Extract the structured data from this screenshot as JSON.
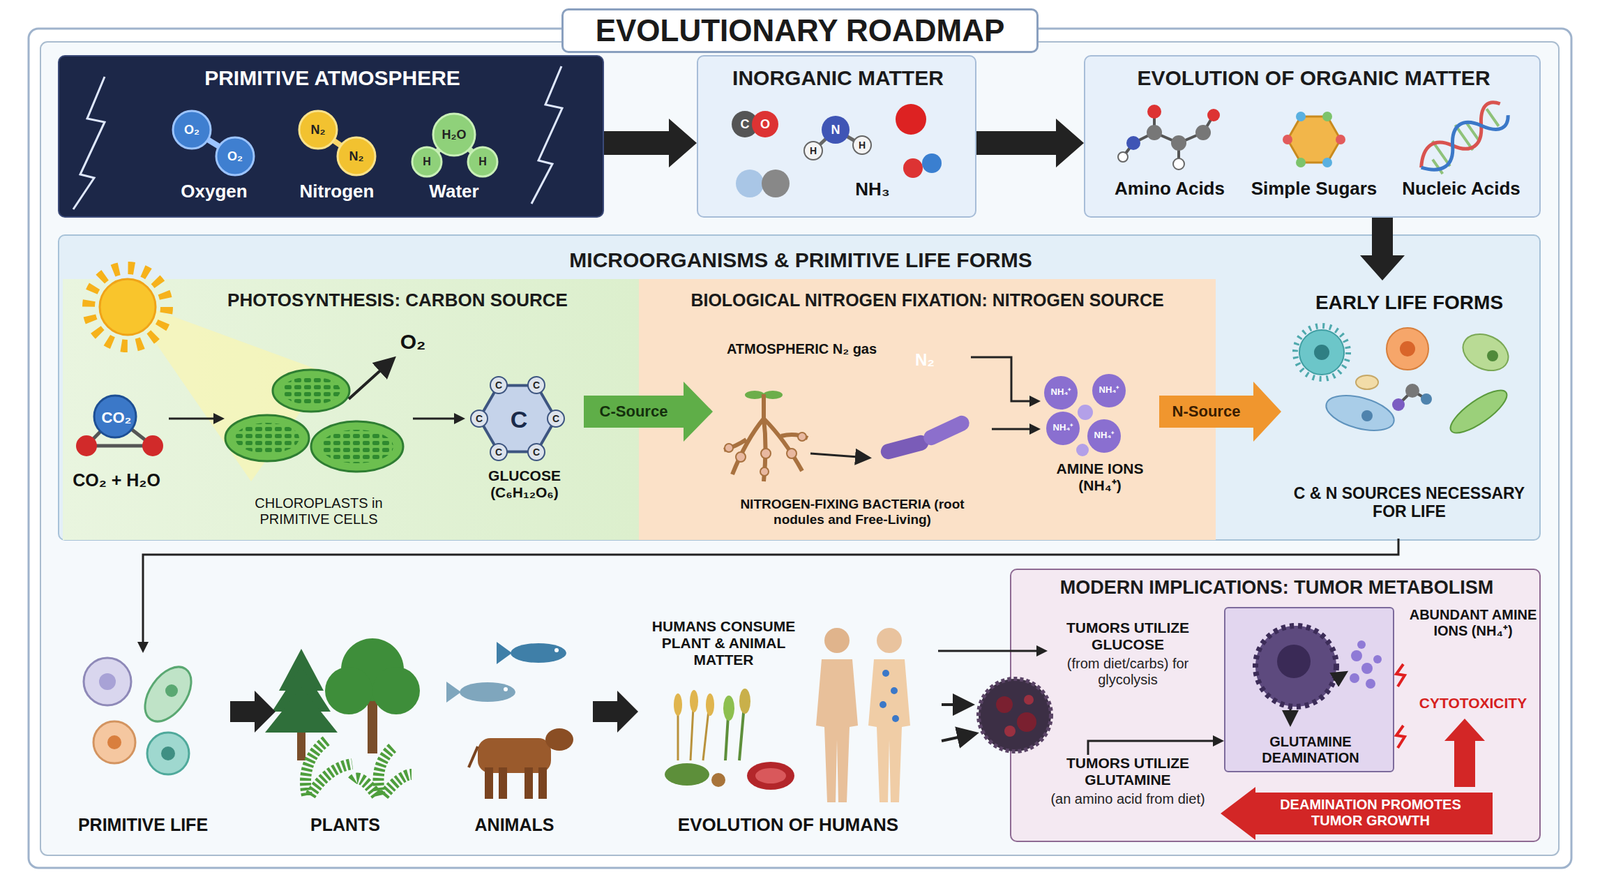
{
  "diagram": {
    "title": "EVOLUTIONARY ROADMAP",
    "nodes": [
      {
        "text": [
          "PRIMITIVE ATMOSPHERE"
        ]
      },
      {
        "text": [
          "INORGANIC MATTER"
        ]
      },
      {
        "text": [
          "EVOLUTION OF ORGANIC MATTER"
        ]
      },
      {
        "text": [
          "MICROORGANISMS & PRIMITIVE LIFE FORMS"
        ]
      },
      {
        "text": [
          "PHOTOSYNTHESIS: CARBON SOURCE"
        ],
        "in": 3
      },
      {
        "text": [
          "CO₂",
          "CO₂ + H₂O"
        ],
        "in": 4
      },
      {
        "text": [
          "CHLOROPLASTS in PRIMITIVE CELLS"
        ],
        "in": 4
      },
      {
        "text": [
          "C",
          "GLUCOSE (C₆H₁₂O₆)"
        ],
        "in": 4
      },
      {
        "text": [
          "BIOLOGICAL NITROGEN FIXATION: NITROGEN SOURCE"
        ],
        "in": 3
      },
      {
        "text": [
          "ATMOSPHERIC N₂ gas",
          "N₂"
        ],
        "in": 8
      },
      {
        "text": [
          "NITROGEN-FIXING BACTERIA (root nodules and Free-Living)"
        ],
        "in": 8
      },
      {
        "text": [
          "AMINE IONS (NH₄⁺)"
        ],
        "in": 8
      },
      {
        "text": [
          "EARLY LIFE FORMS",
          "C & N SOURCES NECESSARY FOR LIFE"
        ],
        "in": 3
      },
      {
        "text": [
          "PRIMITIVE LIFE"
        ]
      },
      {
        "text": [
          "PLANTS"
        ]
      },
      {
        "text": [
          "ANIMALS"
        ]
      },
      {
        "text": [
          "HUMANS CONSUME PLANT & ANIMAL MATTER",
          "EVOLUTION OF HUMANS"
        ]
      },
      {
        "text": [
          "MODERN IMPLICATIONS: TUMOR METABOLISM"
        ]
      },
      {
        "text": [
          "TUMORS UTILIZE GLUCOSE",
          "(from diet/carbs) for glycolysis"
        ],
        "in": 17
      },
      {
        "text": [
          "TUMORS UTILIZE GLUTAMINE",
          "(an amino acid from diet)"
        ],
        "in": 17
      },
      {
        "text": [
          "GLUTAMINE DEAMINATION"
        ],
        "in": 17
      },
      {
        "text": [
          "ABUNDANT AMINE IONS (NH₄⁺)"
        ],
        "in": 17
      },
      {
        "text": [
          "CYTOTOXICITY"
        ],
        "in": 17
      },
      {
        "text": [
          "DEAMINATION PROMOTES TUMOR GROWTH"
        ],
        "in": 17
      }
    ],
    "edges": [
      {
        "from": 0,
        "to": 1,
        "arrow": "to"
      },
      {
        "from": 1,
        "to": 2,
        "arrow": "to"
      },
      {
        "from": 2,
        "to": 12,
        "arrow": "to"
      },
      {
        "from": 5,
        "to": 6,
        "arrow": "to"
      },
      {
        "from": 6,
        "to": 7,
        "arrow": "to"
      },
      {
        "from": 7,
        "to": 10,
        "label": "C-Source",
        "arrow": "to"
      },
      {
        "from": 9,
        "to": 11,
        "arrow": "to"
      },
      {
        "from": 10,
        "to": 11,
        "arrow": "to"
      },
      {
        "from": 11,
        "to": 12,
        "label": "N-Source",
        "arrow": "to"
      },
      {
        "from": 12,
        "to": 13,
        "arrow": "to"
      },
      {
        "from": 13,
        "to": 14,
        "arrow": "to"
      },
      {
        "from": 15,
        "to": 16,
        "arrow": "to"
      },
      {
        "from": 16,
        "to": 18,
        "arrow": "to"
      },
      {
        "from": 19,
        "to": 20,
        "arrow": "to"
      },
      {
        "from": 23,
        "to": 22,
        "arrow": "to"
      }
    ],
    "labels": [
      "O₂",
      "O₂",
      "Oxygen",
      "N₂",
      "N₂",
      "Nitrogen",
      "H₂O",
      "H",
      "H",
      "Water",
      "C",
      "O",
      "N",
      "H",
      "H",
      "NH₃",
      "Amino Acids",
      "Simple Sugars",
      "Nucleic Acids",
      "O₂",
      "C",
      "C",
      "C",
      "C",
      "C",
      "C",
      "NH₄⁺",
      "NH₄⁺",
      "NH₄⁺",
      "NH₄⁺"
    ]
  }
}
